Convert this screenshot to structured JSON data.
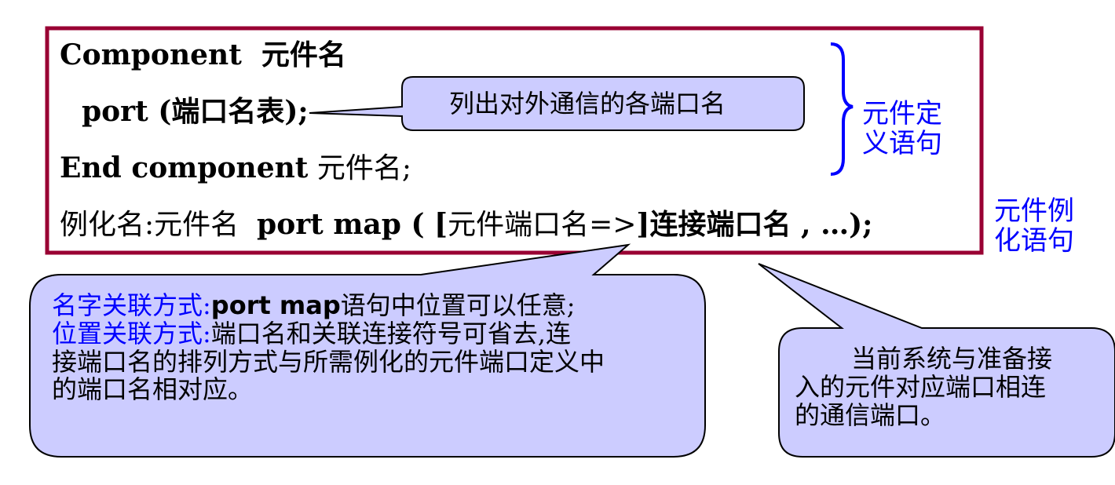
{
  "syntax_box": {
    "line1": "Component  元件名",
    "line2_keyword": "port",
    "line2_rest": " (端口名表);",
    "line3_keyword": "End component",
    "line3_rest": " 元件名;",
    "line4_prefix": "例化名:元件名  ",
    "line4_keyword": "port map ( [",
    "line4_mid": "元件端口名=>",
    "line4_bracket": "]",
    "line4_tail": "连接端口名 , …);"
  },
  "callouts": {
    "port_list": "列出对外通信的各端口名",
    "association": {
      "name_label": "名字关联方式:",
      "name_keyword": "port map",
      "name_text": "语句中位置可以任意;",
      "position_label": "位置关联方式:",
      "position_text": "端口名和关联连接符号可省去,连",
      "line3": "接端口名的排列方式与所需例化的元件端口定义中",
      "line4": "的端口名相对应。"
    },
    "connection": {
      "line1": "当前系统与准备接",
      "line2": "入的元件对应端口相连",
      "line3": "的通信端口。"
    }
  },
  "labels": {
    "definition_l1": "元件定",
    "definition_l2": "义语句",
    "instantiation_l1": "元件例",
    "instantiation_l2": "化语句"
  },
  "colors": {
    "box_border": "#990033",
    "callout_fill": "#ccccff",
    "keyword_blue": "#0000ff",
    "text": "#000000"
  }
}
